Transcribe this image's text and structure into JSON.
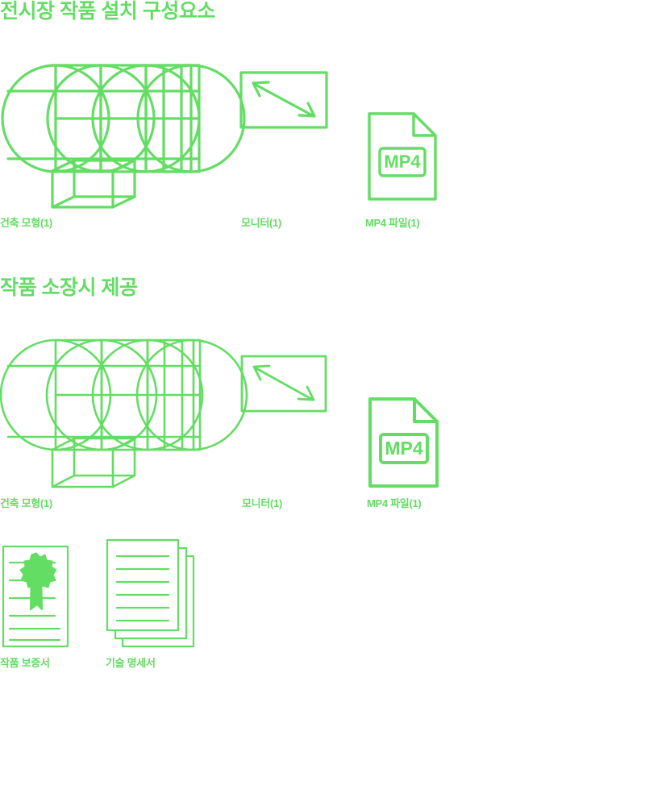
{
  "theme": {
    "accent_color": "#63dd63",
    "background_color": "#ffffff"
  },
  "sections": [
    {
      "id": "exhibition",
      "title": "전시장 작품 설치 구성요소",
      "items": [
        {
          "id": "model-1",
          "icon": "architectural-model-icon",
          "label": "건축 모형(1)"
        },
        {
          "id": "monitor-1",
          "icon": "monitor-diagonal-icon",
          "label": "모니터(1)"
        },
        {
          "id": "mp4-1",
          "icon": "mp4-file-icon",
          "label": "MP4 파일(1)",
          "badge_text": "MP4"
        }
      ]
    },
    {
      "id": "acquisition",
      "title": "작품 소장시 제공",
      "items": [
        {
          "id": "model-2",
          "icon": "architectural-model-icon",
          "label": "건축 모형(1)"
        },
        {
          "id": "monitor-2",
          "icon": "monitor-diagonal-icon",
          "label": "모니터(1)"
        },
        {
          "id": "mp4-2",
          "icon": "mp4-file-icon",
          "label": "MP4 파일(1)",
          "badge_text": "MP4"
        },
        {
          "id": "certificate",
          "icon": "certificate-seal-icon",
          "label": "작품 보증서"
        },
        {
          "id": "spec",
          "icon": "stacked-documents-icon",
          "label": "기술 명세서"
        }
      ]
    }
  ]
}
